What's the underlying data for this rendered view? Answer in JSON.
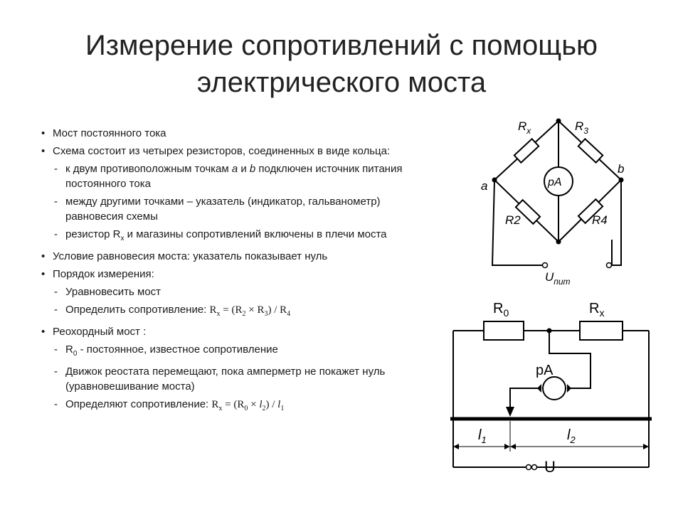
{
  "title": {
    "line1": "Измерение сопротивлений с помощью",
    "line2": "электрического моста"
  },
  "bullets": {
    "b1": "Мост постоянного тока",
    "b2": "Схема состоит из четырех резисторов, соединенных в виде кольца:",
    "b2_1": {
      "pre": "к двум противоположным точкам ",
      "a": "a",
      "mid": " и ",
      "b": "b",
      "post": " подключен источник питания постоянного тока"
    },
    "b2_2": "между  другими точками – указатель (индикатор, гальванометр) равновесия схемы",
    "b2_3": {
      "pre": "резистор R",
      "sub": "x",
      "post": " и магазины сопротивлений включены в плечи моста"
    },
    "b3": "Условие равновесия моста: указатель показывает нуль",
    "b4": "Порядок измерения:",
    "b4_1": "Уравновесить мост",
    "b4_2": {
      "pre": "Определить сопротивление: ",
      "formula": {
        "r": "R",
        "x": "x",
        "eq": " = (R",
        "s2": "2",
        "times": " × R",
        "s3": "3",
        "div": ") / R",
        "s4": "4"
      }
    },
    "b5": "Реохордный мост :",
    "b5_1": {
      "r": "R",
      "sub": "0",
      "post": " - постоянное, известное сопротивление"
    },
    "b5_2": "Движок реостата перемещают, пока амперметр не покажет нуль (уравновешивание моста)",
    "b5_3": {
      "pre": "Определяют сопротивление: ",
      "formula": {
        "r": "R",
        "x": "x",
        "eq": " = (R",
        "s0": "0",
        "times": " × ",
        "l2": "l",
        "l2sub": "2",
        "div": ") /  ",
        "l1": "l",
        "l1sub": "1"
      }
    }
  },
  "bridge": {
    "rx": "R",
    "rx_sub": "x",
    "r3": "R",
    "r3_sub": "3",
    "r2": "R2",
    "r4": "R4",
    "meter": "pA",
    "a": "a",
    "b": "b",
    "u": "U",
    "u_sub": "пит"
  },
  "slide_wire": {
    "r0": "R",
    "r0_sub": "0",
    "rx": "R",
    "rx_sub": "x",
    "meter": "pA",
    "l1": "l",
    "l1_sub": "1",
    "l2": "l",
    "l2_sub": "2",
    "u": "U"
  }
}
